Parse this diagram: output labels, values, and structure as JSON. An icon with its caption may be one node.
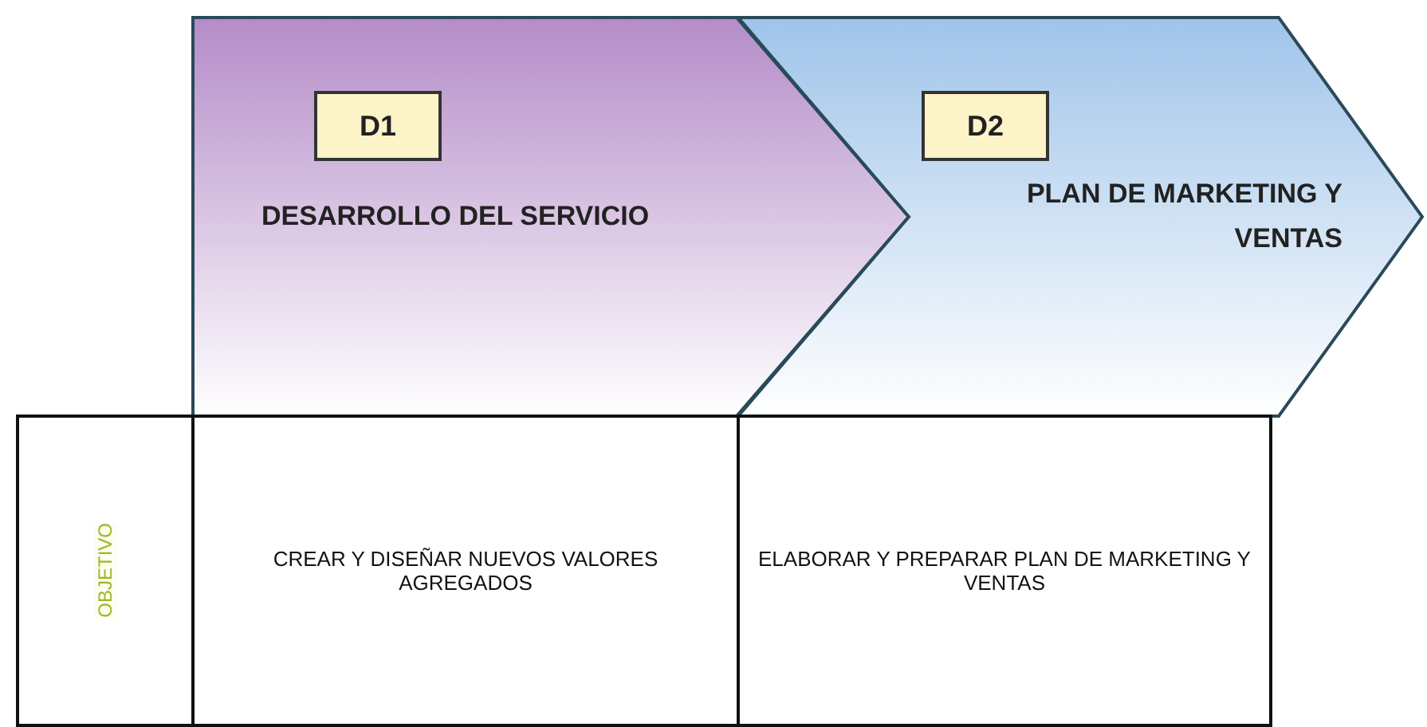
{
  "diagram": {
    "nodes": [
      {
        "text": [
          "DESARROLLO DEL SERVICIO"
        ]
      },
      {
        "text": [
          "D1"
        ],
        "in": 0
      },
      {
        "text": [
          "PLAN DE MARKETING Y VENTAS"
        ]
      },
      {
        "text": [
          "D2"
        ],
        "in": 2
      },
      {
        "text": [
          "OBJETIVO"
        ]
      },
      {
        "text": [
          "CREAR Y DISEÑAR NUEVOS VALORES AGREGADOS"
        ]
      },
      {
        "text": [
          "ELABORAR Y PREPARAR PLAN DE MARKETING Y VENTAS"
        ]
      }
    ]
  }
}
